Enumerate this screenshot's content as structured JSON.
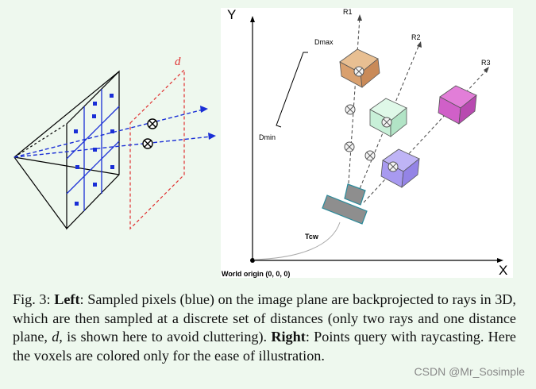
{
  "left_figure": {
    "distance_plane_label": "d"
  },
  "right_figure": {
    "axis_y_label": "Y",
    "axis_x_label": "X",
    "ray_labels": [
      "R1",
      "R2",
      "R3"
    ],
    "dmax_label": "Dmax",
    "dmin_label": "Dmin",
    "camera_label": "Tcw",
    "origin_label": "World origin (0, 0, 0)"
  },
  "caption": {
    "fig_number": "Fig. 3:",
    "left_term": "Left",
    "left_text": ": Sampled pixels (blue) on the image plane are backprojected to rays in 3D, which are then sampled at a discrete set of distances (only two rays and one distance plane, ",
    "d_symbol": "d",
    "left_text_end": ", is shown here to avoid cluttering). ",
    "right_term": "Right",
    "right_text": ": Points query with raycasting. Here the voxels are colored only for the ease of illustration."
  },
  "watermark": "CSDN @Mr_Sosimple",
  "colors": {
    "background": "#eef8ee",
    "ray_blue": "#1a2fd6",
    "plane_red": "#e03030",
    "voxel_orange": "#d9a06e",
    "voxel_green": "#c8f0d8",
    "voxel_purple": "#a89af0",
    "voxel_magenta": "#d060c8",
    "camera_gray": "#909090"
  }
}
